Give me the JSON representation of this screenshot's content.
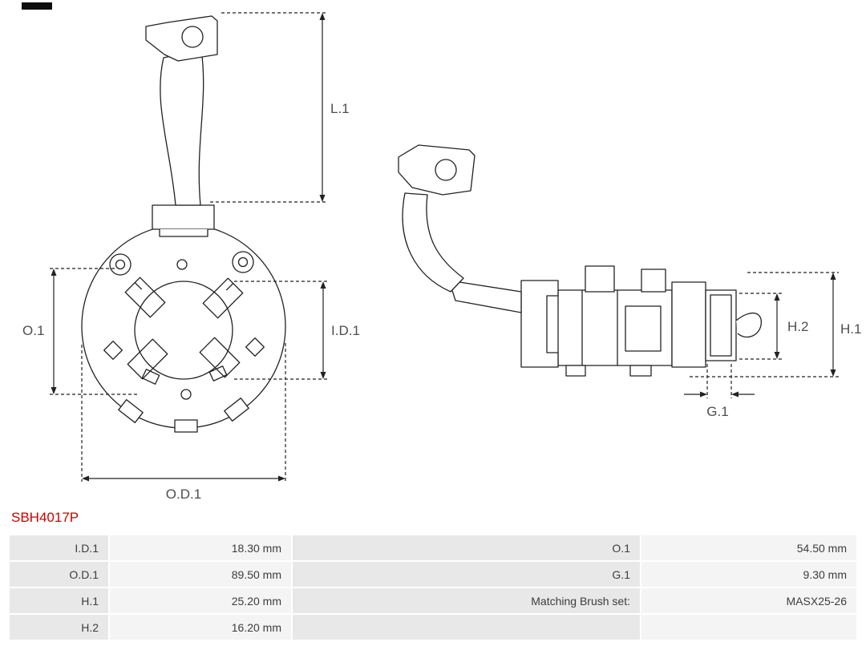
{
  "part": {
    "number": "SBH4017P"
  },
  "diagram": {
    "labels": {
      "l1": "L.1",
      "o1": "O.1",
      "id1": "I.D.1",
      "od1": "O.D.1",
      "h1": "H.1",
      "h2": "H.2",
      "g1": "G.1"
    }
  },
  "specs": {
    "rows": [
      {
        "label1": "I.D.1",
        "value1": "18.30 mm",
        "label2": "O.1",
        "value2": "54.50 mm"
      },
      {
        "label1": "O.D.1",
        "value1": "89.50 mm",
        "label2": "G.1",
        "value2": "9.30 mm"
      },
      {
        "label1": "H.1",
        "value1": "25.20 mm",
        "label2": "Matching Brush set:",
        "value2": "MASX25-26"
      },
      {
        "label1": "H.2",
        "value1": "16.20 mm",
        "label2": "",
        "value2": ""
      }
    ]
  },
  "colors": {
    "accent": "#cc0000",
    "line": "#222222",
    "label_cell_bg": "#e8e8e8",
    "value_cell_bg": "#f4f4f4"
  }
}
